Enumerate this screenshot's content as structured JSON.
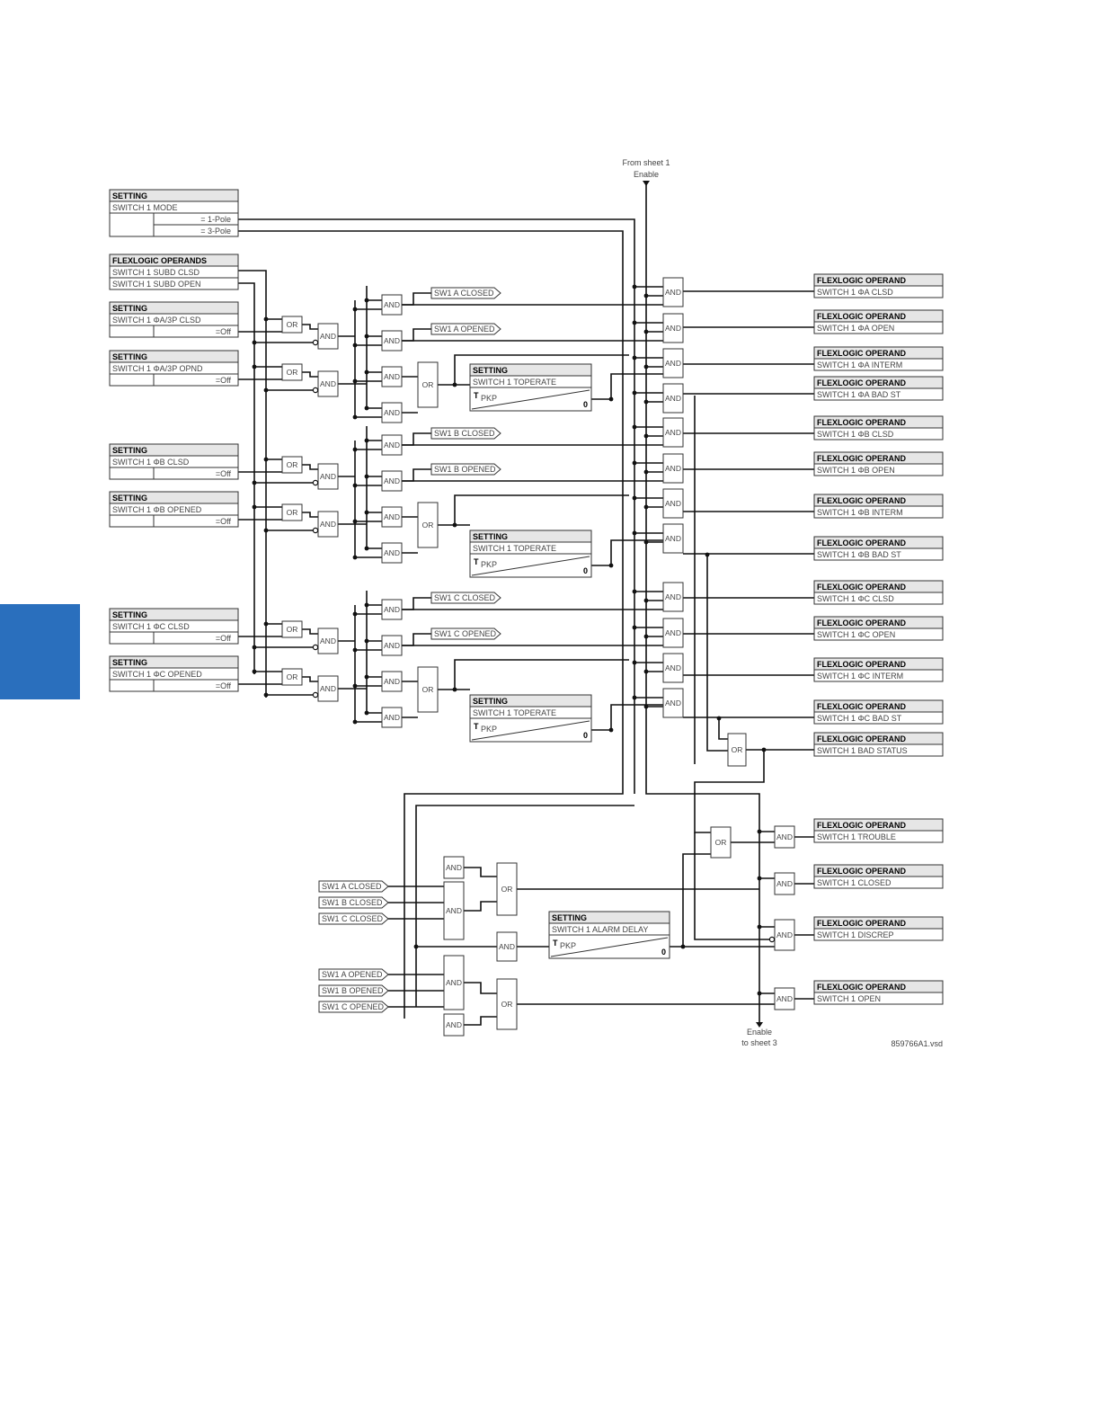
{
  "side_tab": {
    "color": "#2a6fbd"
  },
  "labels": {
    "from_sheet": "From sheet 1",
    "enable": "Enable",
    "enable_out": "Enable",
    "to_sheet": "to sheet 3",
    "file_id": "859766A1.vsd"
  },
  "gate_labels": {
    "and": "AND",
    "or": "OR"
  },
  "setting_boxes": [
    {
      "header": "SETTING",
      "name": "SWITCH 1 MODE",
      "opts": [
        "= 1-Pole",
        "= 3-Pole"
      ]
    },
    {
      "header": "FLEXLOGIC OPERANDS",
      "name": "SWITCH 1 SUBD CLSD",
      "name2": "SWITCH 1 SUBD OPEN"
    },
    {
      "header": "SETTING",
      "name": "SWITCH 1 ΦA/3P CLSD",
      "opts": [
        "=Off"
      ]
    },
    {
      "header": "SETTING",
      "name": "SWITCH 1 ΦA/3P OPND",
      "opts": [
        "=Off"
      ]
    },
    {
      "header": "SETTING",
      "name": "SWITCH 1 ΦB CLSD",
      "opts": [
        "=Off"
      ]
    },
    {
      "header": "SETTING",
      "name": "SWITCH 1 ΦB OPENED",
      "opts": [
        "=Off"
      ]
    },
    {
      "header": "SETTING",
      "name": "SWITCH 1 ΦC CLSD",
      "opts": [
        "=Off"
      ]
    },
    {
      "header": "SETTING",
      "name": "SWITCH 1 ΦC OPENED",
      "opts": [
        "=Off"
      ]
    }
  ],
  "timers": [
    {
      "header": "SETTING",
      "name": "SWITCH 1 TOPERATE",
      "t": "T",
      "sub": "PKP",
      "zero": "0"
    },
    {
      "header": "SETTING",
      "name": "SWITCH 1 TOPERATE",
      "t": "T",
      "sub": "PKP",
      "zero": "0"
    },
    {
      "header": "SETTING",
      "name": "SWITCH 1 TOPERATE",
      "t": "T",
      "sub": "PKP",
      "zero": "0"
    },
    {
      "header": "SETTING",
      "name": "SWITCH 1 ALARM DELAY",
      "t": "T",
      "sub": "PKP",
      "zero": "0"
    }
  ],
  "flags_out": [
    "SW1 A CLOSED",
    "SW1 A OPENED",
    "SW1 B CLOSED",
    "SW1 B OPENED",
    "SW1 C CLOSED",
    "SW1 C OPENED"
  ],
  "flags_in": [
    "SW1 A CLOSED",
    "SW1 B CLOSED",
    "SW1 C CLOSED",
    "SW1 A OPENED",
    "SW1 B OPENED",
    "SW1 C OPENED"
  ],
  "outputs": [
    {
      "header": "FLEXLOGIC OPERAND",
      "name": "SWITCH 1 ΦA CLSD"
    },
    {
      "header": "FLEXLOGIC OPERAND",
      "name": "SWITCH 1 ΦA OPEN"
    },
    {
      "header": "FLEXLOGIC OPERAND",
      "name": "SWITCH 1 ΦA INTERM"
    },
    {
      "header": "FLEXLOGIC OPERAND",
      "name": "SWITCH 1 ΦA BAD ST"
    },
    {
      "header": "FLEXLOGIC OPERAND",
      "name": "SWITCH 1 ΦB CLSD"
    },
    {
      "header": "FLEXLOGIC OPERAND",
      "name": "SWITCH 1 ΦB OPEN"
    },
    {
      "header": "FLEXLOGIC OPERAND",
      "name": "SWITCH 1 ΦB INTERM"
    },
    {
      "header": "FLEXLOGIC OPERAND",
      "name": "SWITCH 1 ΦB BAD ST"
    },
    {
      "header": "FLEXLOGIC OPERAND",
      "name": "SWITCH 1 ΦC CLSD"
    },
    {
      "header": "FLEXLOGIC OPERAND",
      "name": "SWITCH 1 ΦC OPEN"
    },
    {
      "header": "FLEXLOGIC OPERAND",
      "name": "SWITCH 1 ΦC INTERM"
    },
    {
      "header": "FLEXLOGIC OPERAND",
      "name": "SWITCH 1 ΦC BAD ST"
    },
    {
      "header": "FLEXLOGIC OPERAND",
      "name": "SWITCH 1 BAD STATUS"
    },
    {
      "header": "FLEXLOGIC OPERAND",
      "name": "SWITCH 1 TROUBLE"
    },
    {
      "header": "FLEXLOGIC OPERAND",
      "name": "SWITCH 1 CLOSED"
    },
    {
      "header": "FLEXLOGIC OPERAND",
      "name": "SWITCH 1 DISCREP"
    },
    {
      "header": "FLEXLOGIC OPERAND",
      "name": "SWITCH 1 OPEN"
    }
  ]
}
